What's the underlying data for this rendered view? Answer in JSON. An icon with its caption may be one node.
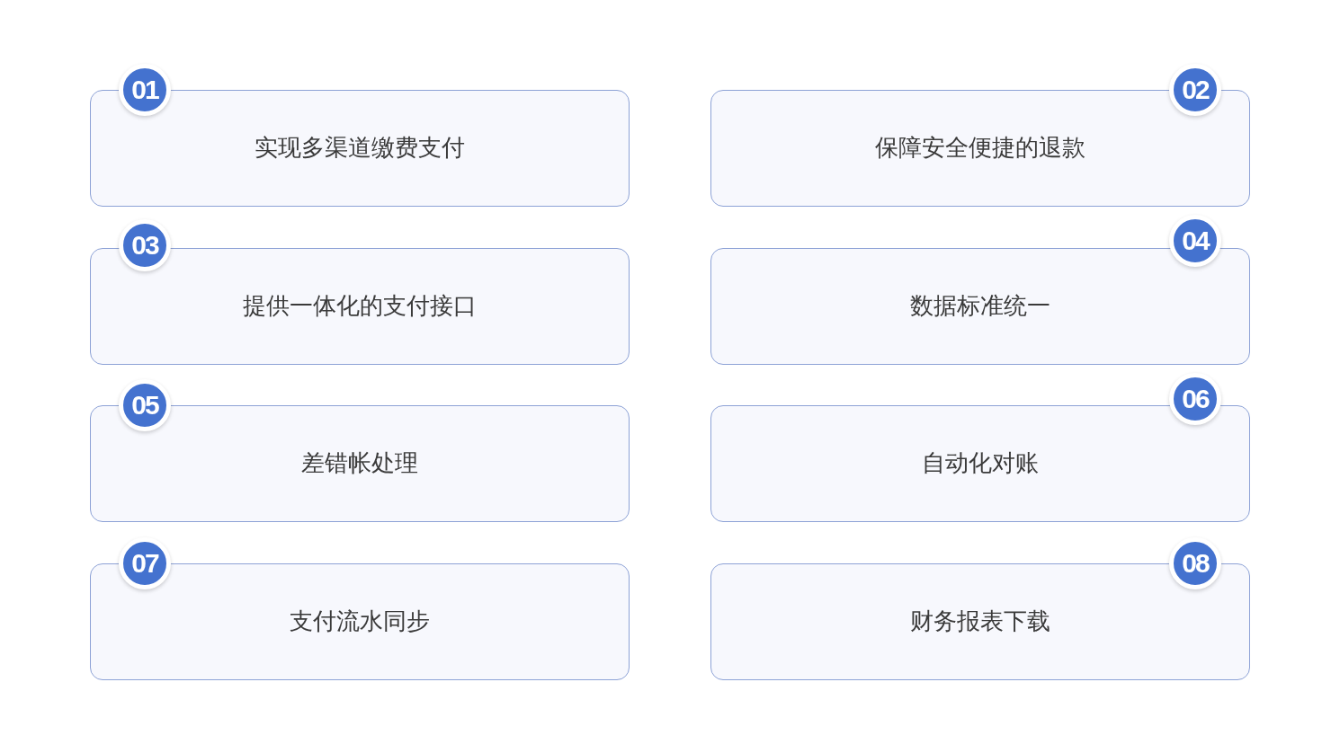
{
  "diagram": {
    "nodes": [
      {
        "text": [
          "01",
          "实现多渠道缴费支付"
        ]
      },
      {
        "text": [
          "02",
          "保障安全便捷的退款"
        ]
      },
      {
        "text": [
          "03",
          "提供一体化的支付接口"
        ]
      },
      {
        "text": [
          "04",
          "数据标准统一"
        ]
      },
      {
        "text": [
          "05",
          "差错帐处理"
        ]
      },
      {
        "text": [
          "06",
          "自动化对账"
        ]
      },
      {
        "text": [
          "07",
          "支付流水同步"
        ]
      },
      {
        "text": [
          "08",
          "财务报表下载"
        ]
      }
    ]
  }
}
